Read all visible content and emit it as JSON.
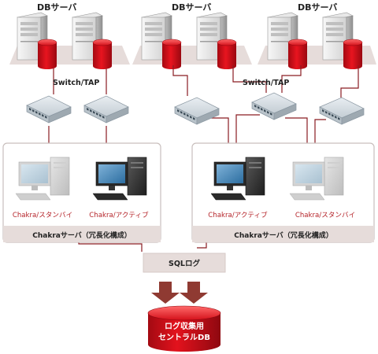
{
  "db_groups": [
    {
      "label": "DBサーバ"
    },
    {
      "label": "DBサーバ"
    },
    {
      "label": "DBサーバ"
    }
  ],
  "switch_labels": [
    "Switch/TAP",
    "Switch/TAP"
  ],
  "clusters": [
    {
      "title": "Chakraサーバ（冗長化構成）",
      "nodes": [
        {
          "label": "Chakra/スタンバイ",
          "state": "standby"
        },
        {
          "label": "Chakra/アクティブ",
          "state": "active"
        }
      ]
    },
    {
      "title": "Chakraサーバ（冗長化構成）",
      "nodes": [
        {
          "label": "Chakra/アクティブ",
          "state": "active"
        },
        {
          "label": "Chakra/スタンバイ",
          "state": "standby"
        }
      ]
    }
  ],
  "sql_log": {
    "label": "SQLログ"
  },
  "central_db": {
    "line1": "ログ収集用",
    "line2": "セントラルDB"
  },
  "colors": {
    "accent": "#c8101b",
    "line": "#8a1c22",
    "node_label": "#b5242a",
    "panel_border": "#c9bfbd",
    "band": "#e6dcda",
    "arrow": "#8f3a32"
  }
}
